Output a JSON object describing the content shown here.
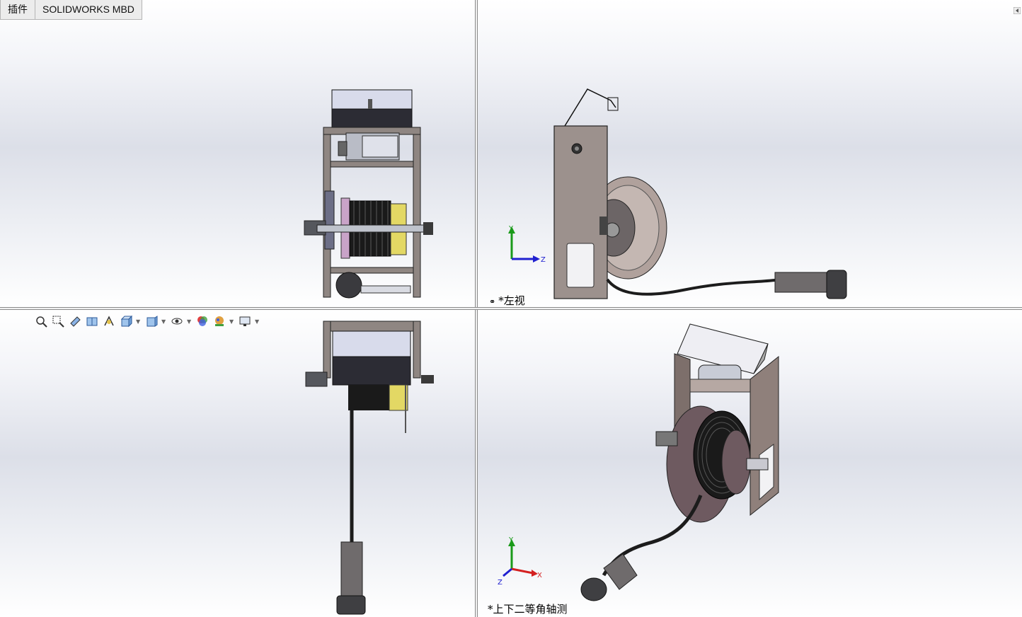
{
  "tabs": [
    {
      "label": "插件"
    },
    {
      "label": "SOLIDWORKS MBD"
    }
  ],
  "viewports": {
    "top_left": {
      "view_label": ""
    },
    "top_right": {
      "view_label": "*左视"
    },
    "bottom_left": {
      "view_label": ""
    },
    "bottom_right": {
      "view_label": "*上下二等角轴测"
    }
  },
  "triad_labels": {
    "x": "X",
    "y": "Y",
    "z": "Z"
  },
  "heads_up_toolbar": [
    "zoom-to-fit-icon",
    "zoom-to-area-icon",
    "previous-view-icon",
    "section-view-icon",
    "dynamic-annotation-icon",
    "view-orientation-icon",
    "display-style-icon",
    "hide-show-items-icon",
    "edit-appearance-icon",
    "apply-scene-icon",
    "view-settings-icon"
  ],
  "colors": {
    "frame": "#8f8682",
    "cable": "#1c1c1c",
    "reel_flange": "#e3d864",
    "axis_x": "#d42020",
    "axis_y": "#1a9a1a",
    "axis_z": "#2020d0"
  }
}
